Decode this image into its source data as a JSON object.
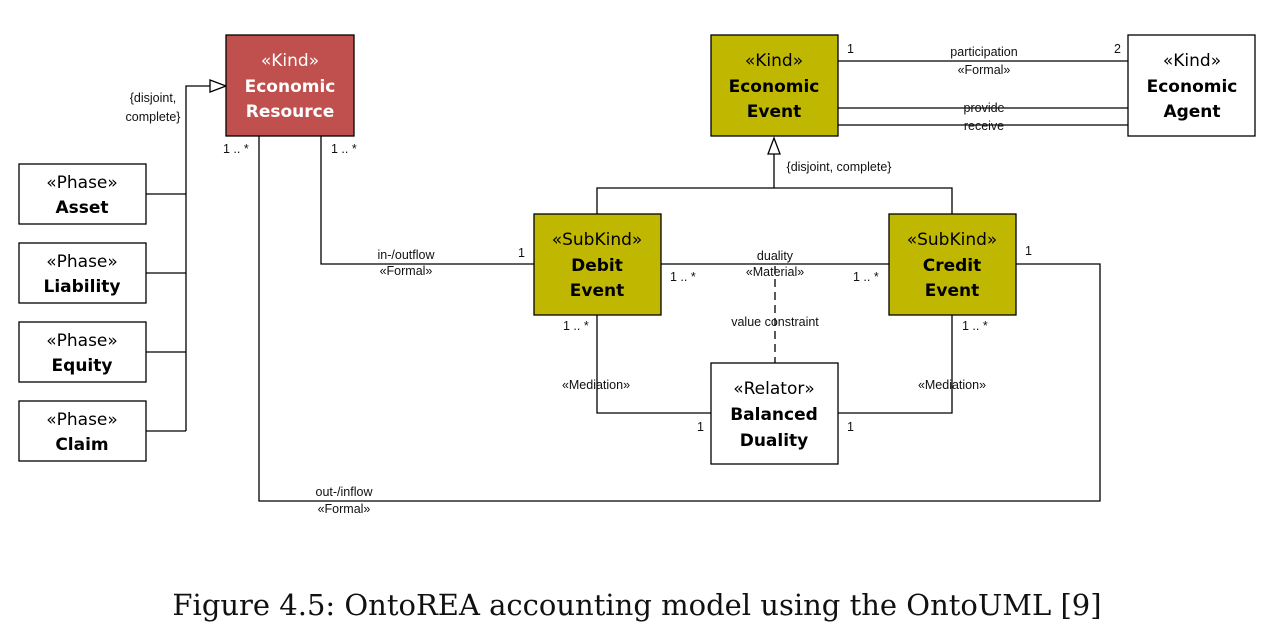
{
  "colors": {
    "kind_resource": "#c0504d",
    "event": "#c0b800",
    "white": "#ffffff",
    "line": "#000000"
  },
  "boxes": {
    "economic_resource": {
      "stereotype": "«Kind»",
      "name": [
        "Economic",
        "Resource"
      ]
    },
    "economic_event": {
      "stereotype": "«Kind»",
      "name": [
        "Economic",
        "Event"
      ]
    },
    "economic_agent": {
      "stereotype": "«Kind»",
      "name": [
        "Economic",
        "Agent"
      ]
    },
    "debit_event": {
      "stereotype": "«SubKind»",
      "name": [
        "Debit",
        "Event"
      ]
    },
    "credit_event": {
      "stereotype": "«SubKind»",
      "name": [
        "Credit",
        "Event"
      ]
    },
    "balanced_duality": {
      "stereotype": "«Relator»",
      "name": [
        "Balanced",
        "Duality"
      ]
    },
    "asset": {
      "stereotype": "«Phase»",
      "name": [
        "Asset"
      ]
    },
    "liability": {
      "stereotype": "«Phase»",
      "name": [
        "Liability"
      ]
    },
    "equity": {
      "stereotype": "«Phase»",
      "name": [
        "Equity"
      ]
    },
    "claim": {
      "stereotype": "«Phase»",
      "name": [
        "Claim"
      ]
    }
  },
  "labels": {
    "phase_constraint_1": "{disjoint,",
    "phase_constraint_2": "complete}",
    "event_constraint": "{disjoint, complete}",
    "participation": "participation",
    "participation_stereo": "«Formal»",
    "provide": "provide",
    "receive": "receive",
    "inoutflow": "in-/outflow",
    "inoutflow_stereo": "«Formal»",
    "outinflow": "out-/inflow",
    "outinflow_stereo": "«Formal»",
    "duality": "duality",
    "duality_stereo": "«Material»",
    "value_constraint": "value constraint",
    "mediation_left": "«Mediation»",
    "mediation_right": "«Mediation»"
  },
  "multiplicities": {
    "resource_left": "1 .. *",
    "resource_right": "1 .. *",
    "event_participation": "1",
    "agent_participation": "2",
    "debit_inflow": "1",
    "debit_duality": "1 .. *",
    "credit_duality": "1 .. *",
    "credit_outflow": "1",
    "debit_mediation": "1 .. *",
    "credit_mediation": "1 .. *",
    "relator_left": "1",
    "relator_right": "1"
  },
  "caption": "Figure 4.5: OntoREA accounting model using the OntoUML [9]"
}
